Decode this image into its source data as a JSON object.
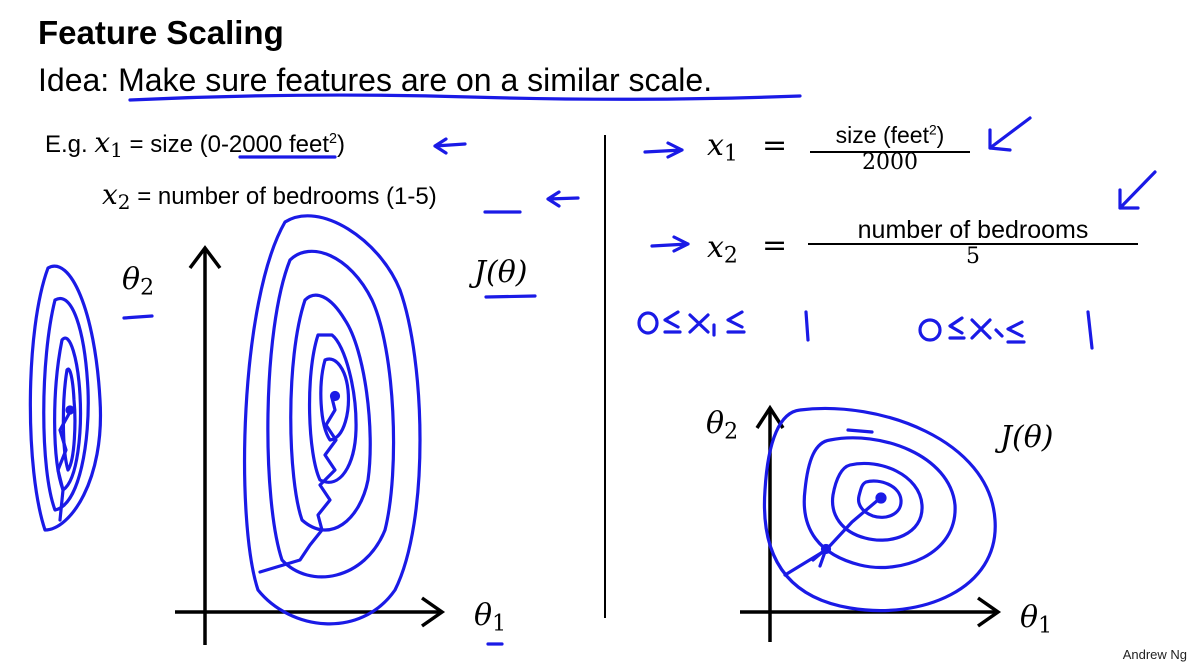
{
  "slide": {
    "title": "Feature Scaling",
    "idea_prefix": "Idea: ",
    "idea_text": "Make sure features are on a similar scale",
    "idea_end": ".",
    "eg_prefix": "E.g. ",
    "x1_var": "x",
    "x1_sub": "1",
    "x1_desc_a": " = size (",
    "x1_range": "0-2000",
    "x1_desc_b": " feet",
    "x1_sup": "2",
    "x1_desc_c": ")",
    "x2_var": "x",
    "x2_sub": "2",
    "x2_desc_a": " = number of bedrooms (",
    "x2_range": "1-5",
    "x2_desc_c": ")",
    "credit": "Andrew Ng"
  },
  "right": {
    "eq1_lhs_var": "x",
    "eq1_lhs_sub": "1",
    "eq1_equals": "=",
    "eq1_num": "size (feet",
    "eq1_num_sup": "2",
    "eq1_num_end": ")",
    "eq1_den": "2000",
    "eq2_lhs_var": "x",
    "eq2_lhs_sub": "2",
    "eq2_equals": "=",
    "eq2_num": "number of bedrooms",
    "eq2_den": "5"
  },
  "plots": {
    "left_theta2": "θ",
    "left_theta2_sub": "2",
    "left_theta1": "θ",
    "left_theta1_sub": "1",
    "left_cost": "J(θ)",
    "right_theta2": "θ",
    "right_theta2_sub": "2",
    "right_theta1": "θ",
    "right_theta1_sub": "1",
    "right_cost": "J(θ)"
  },
  "colors": {
    "ink": "#1a1ae6",
    "text": "#000000"
  }
}
